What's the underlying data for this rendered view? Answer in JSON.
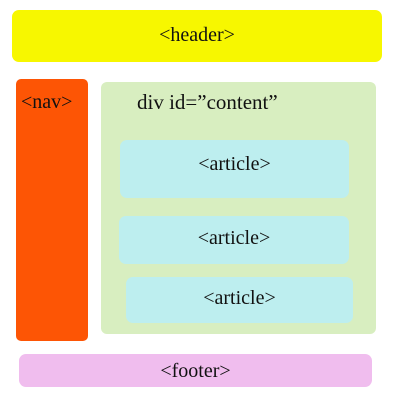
{
  "header": {
    "label": "<header>",
    "color": "#f7f700"
  },
  "nav": {
    "label": "<nav>",
    "color": "#fd5505"
  },
  "content": {
    "label": "div id=”content”",
    "color": "#d8eec0",
    "articles": [
      {
        "label": "<article>"
      },
      {
        "label": "<article>"
      },
      {
        "label": "<article>"
      }
    ],
    "article_color": "#bdeeef"
  },
  "footer": {
    "label": "<footer>",
    "color": "#f0bdee"
  }
}
